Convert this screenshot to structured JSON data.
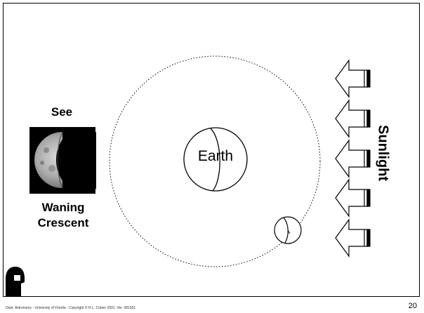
{
  "slide": {
    "see_label": "See",
    "phase_line1": "Waning",
    "phase_line2": "Crescent",
    "earth_label": "Earth",
    "sunlight_label": "Sunlight",
    "footer": "Dept. Astronomy   - University of Florida   - Copyright © H.L. Cohen 2001. Ver. 081501",
    "page_number": "20"
  },
  "icons": {
    "moon_photo": "moon-waning-crescent-icon",
    "sun_arrows": "sun-arrow-icon",
    "logo": "astronomer-silhouette-icon"
  }
}
